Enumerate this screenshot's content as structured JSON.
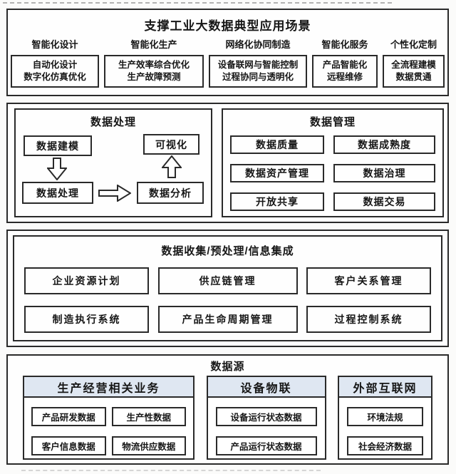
{
  "colors": {
    "border": "#2a2a2a",
    "text": "#161616",
    "group_header_bg": "#dfe7f2"
  },
  "top": {
    "title": "支撑工业大数据典型应用场景",
    "columns": [
      {
        "header": "智能化设计",
        "lines": [
          "自动化设计",
          "数字化仿真优化"
        ]
      },
      {
        "header": "智能化生产",
        "lines": [
          "生产效率综合优化",
          "生产故障预测"
        ]
      },
      {
        "header": "网络化协同制造",
        "lines": [
          "设备联网与智能控制",
          "过程协同与透明化"
        ]
      },
      {
        "header": "智能化服务",
        "lines": [
          "产品智能化",
          "远程维修"
        ]
      },
      {
        "header": "个性化定制",
        "lines": [
          "全流程建模",
          "数据贯通"
        ]
      }
    ]
  },
  "processing": {
    "title": "数据处理",
    "nodes": {
      "modeling": "数据建模",
      "visualization": "可视化",
      "processing": "数据处理",
      "analysis": "数据分析"
    }
  },
  "management": {
    "title": "数据管理",
    "items": [
      "数据质量",
      "数据成熟度",
      "数据资产管理",
      "数据治理",
      "开放共享",
      "数据交易"
    ]
  },
  "collection": {
    "title": "数据收集/预处理/信息集成",
    "items": [
      "企业资源计划",
      "供应链管理",
      "客户关系管理",
      "制造执行系统",
      "产品生命周期管理",
      "过程控制系统"
    ]
  },
  "source": {
    "title": "数据源",
    "groups": [
      {
        "header": "生产经营相关业务",
        "items": [
          "产品研发数据",
          "生产性数据",
          "客户信息数据",
          "物流供应数据"
        ]
      },
      {
        "header": "设备物联",
        "items": [
          "设备运行状态数据",
          "产品运行状态数据"
        ]
      },
      {
        "header": "外部互联网",
        "items": [
          "环境法规",
          "社会经济数据"
        ]
      }
    ]
  }
}
